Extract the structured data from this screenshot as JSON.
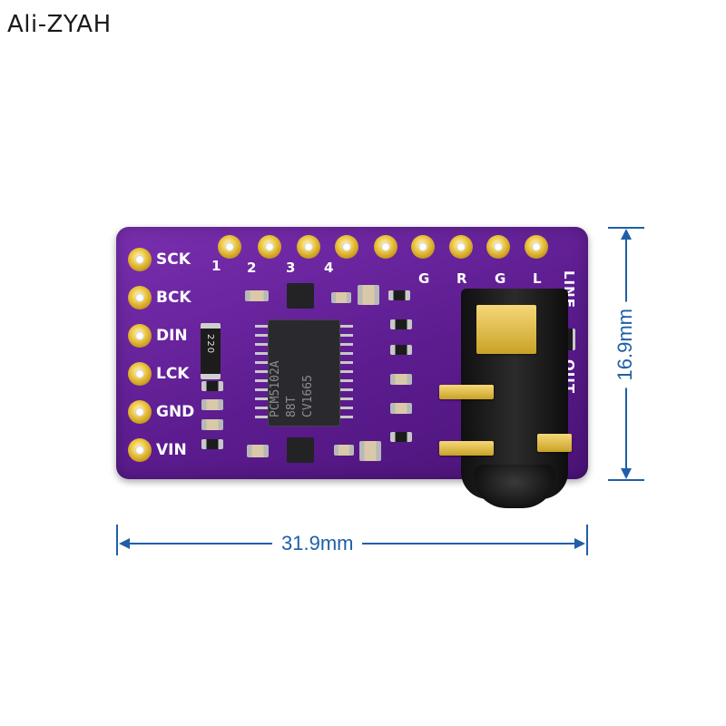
{
  "watermark": "Ali-ZYAH",
  "board": {
    "pin_labels": [
      "SCK",
      "BCK",
      "DIN",
      "LCK",
      "GND",
      "VIN"
    ],
    "top_numbers": [
      "1",
      "2",
      "3",
      "4"
    ],
    "output_labels": [
      "G",
      "R",
      "G",
      "L"
    ],
    "side_label_top": "LINE",
    "side_label_bottom": "OUT",
    "resistor_code": "220",
    "chip_lines": [
      "PCM5102A",
      "88T",
      "CV1665"
    ]
  },
  "dimensions": {
    "width": "31.9mm",
    "height": "16.9mm"
  },
  "colors": {
    "pcb": "#6a24a0",
    "gold": "#e8c040",
    "dimension": "#1f5fa8"
  }
}
